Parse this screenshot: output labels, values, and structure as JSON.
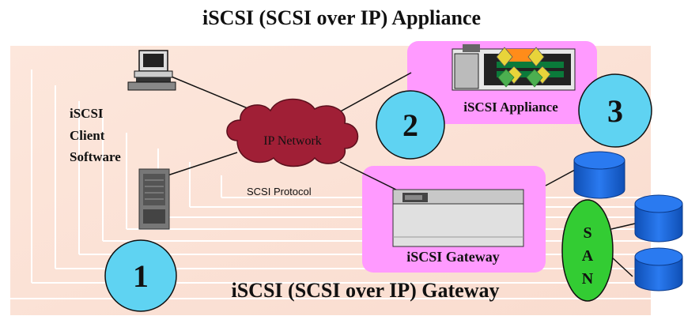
{
  "title_top": "iSCSI (SCSI over IP) Appliance",
  "title_bottom": "iSCSI (SCSI over IP) Gateway",
  "client_software": [
    "iSCSI",
    "Client",
    "Software"
  ],
  "cloud_label": "IP Network",
  "protocol_label": "SCSI Protocol",
  "appliance_label": "iSCSI Appliance",
  "gateway_label": "iSCSI Gateway",
  "san_letters": [
    "S",
    "A",
    "N"
  ],
  "numbers": {
    "one": "1",
    "two": "2",
    "three": "3"
  },
  "colors": {
    "background_panel": "#fbe3d6",
    "highlight_box": "#ff9aff",
    "cloud": "#a01f36",
    "number_circle": "#5fd3f2",
    "san_ellipse": "#33cc33",
    "disk": "#1565d6"
  },
  "icons": [
    "desktop-computer-icon",
    "tower-server-icon",
    "storage-appliance-icon",
    "gateway-device-icon",
    "disk-cylinder-icon"
  ]
}
